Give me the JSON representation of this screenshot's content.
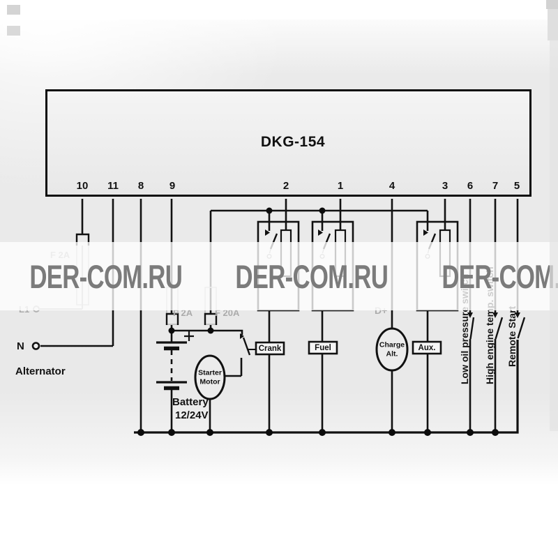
{
  "diagram": {
    "title": "DKG-154",
    "watermark": {
      "text": "DER-COM.RU",
      "color": "#7b7b7b"
    },
    "terminals": [
      {
        "label": "10"
      },
      {
        "label": "11"
      },
      {
        "label": "8"
      },
      {
        "label": "9"
      },
      {
        "label": "2"
      },
      {
        "label": "1"
      },
      {
        "label": "4"
      },
      {
        "label": "3"
      },
      {
        "label": "6"
      },
      {
        "label": "7"
      },
      {
        "label": "5"
      }
    ],
    "labels": {
      "fuse_l1": "F 2A",
      "l1": "L1",
      "neutral": "N",
      "alternator": "Alternator",
      "fuse_battery": "F 2A",
      "fuse_starter": "F 20A",
      "battery_line1": "Battery",
      "battery_line2": "12/24V",
      "starter_line1": "Starter",
      "starter_line2": "Motor",
      "crank": "Crank",
      "fuel": "Fuel",
      "aux": "Aux.",
      "dplus": "D+",
      "charge_line1": "Charge",
      "charge_line2": "Alt.",
      "low_oil": "Low oil pressure switch",
      "high_temp": "High engine temp. switch",
      "remote_start": "Remote Start"
    },
    "colors": {
      "line": "#111111",
      "muted": "#ababab",
      "watermark": "#7b7b7b"
    }
  }
}
